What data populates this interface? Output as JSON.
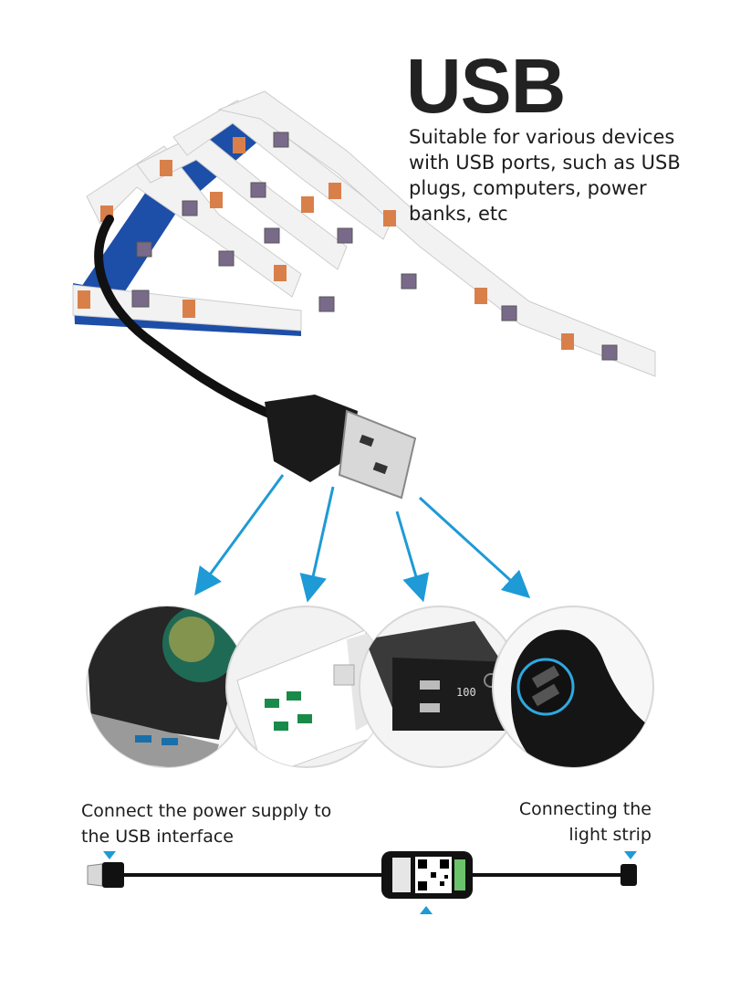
{
  "headline": "USB",
  "description": "Suitable for various devices with USB ports, such as USB plugs, computers, power banks, etc",
  "captions": {
    "left": [
      "Connect the power supply to",
      "the USB interface"
    ],
    "right": [
      "Connecting the",
      "light strip"
    ]
  },
  "devices": [
    {
      "name": "laptop-usb-ports"
    },
    {
      "name": "power-strip-usb-ports"
    },
    {
      "name": "power-bank"
    },
    {
      "name": "car-usb-socket"
    }
  ],
  "colors": {
    "arrow": "#1e9ad6",
    "strip": "#f2f2f2",
    "strip_backing": "#1d4ea8",
    "led_copper": "#d9804a",
    "cable": "#111111"
  }
}
